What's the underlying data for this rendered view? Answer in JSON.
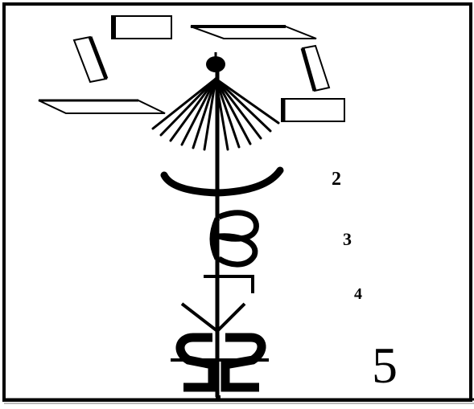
{
  "labels": {
    "two": "2",
    "three": "3",
    "four": "4",
    "five": "5"
  },
  "colors": {
    "ink": "#000000",
    "background": "#ffffff"
  }
}
